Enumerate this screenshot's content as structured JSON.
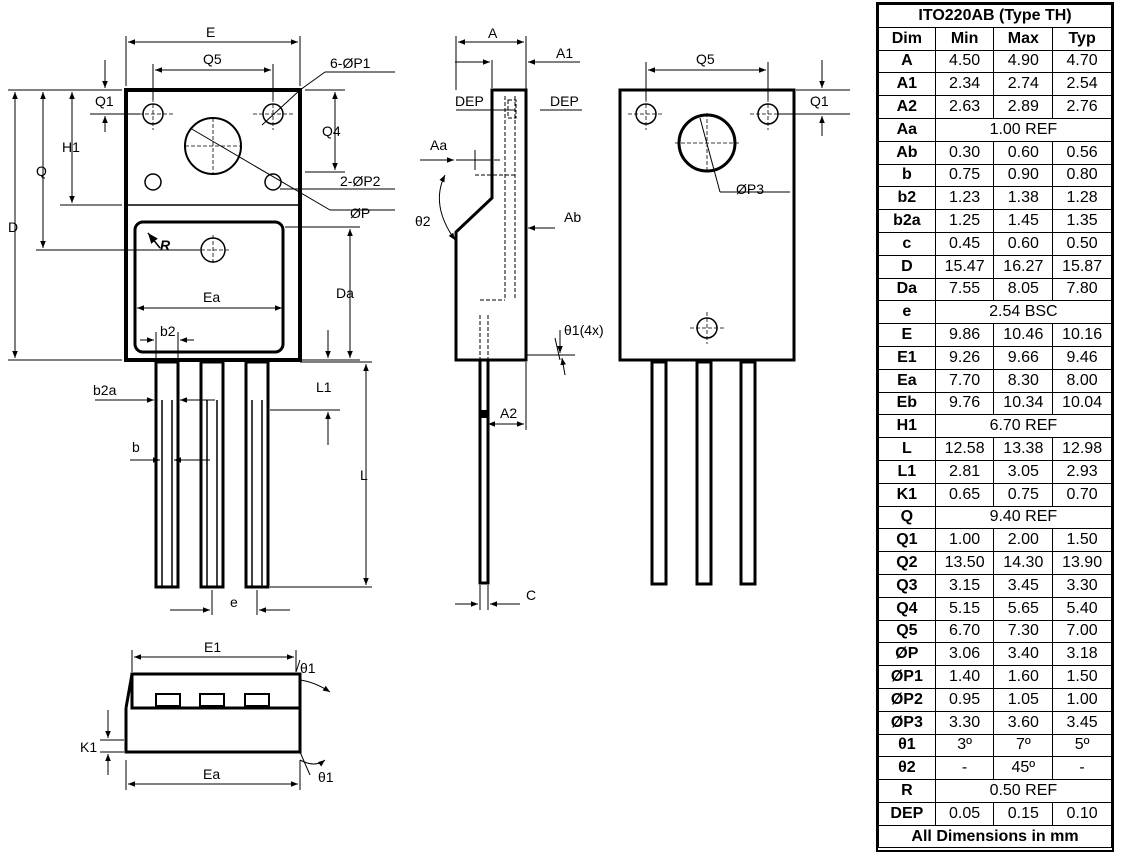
{
  "table": {
    "title": "ITO220AB (Type TH)",
    "headers": [
      "Dim",
      "Min",
      "Max",
      "Typ"
    ],
    "rows": [
      {
        "dim": "A",
        "min": "4.50",
        "max": "4.90",
        "typ": "4.70"
      },
      {
        "dim": "A1",
        "min": "2.34",
        "max": "2.74",
        "typ": "2.54"
      },
      {
        "dim": "A2",
        "min": "2.63",
        "max": "2.89",
        "typ": "2.76"
      },
      {
        "dim": "Aa",
        "span": "1.00 REF"
      },
      {
        "dim": "Ab",
        "min": "0.30",
        "max": "0.60",
        "typ": "0.56"
      },
      {
        "dim": "b",
        "min": "0.75",
        "max": "0.90",
        "typ": "0.80"
      },
      {
        "dim": "b2",
        "min": "1.23",
        "max": "1.38",
        "typ": "1.28"
      },
      {
        "dim": "b2a",
        "min": "1.25",
        "max": "1.45",
        "typ": "1.35"
      },
      {
        "dim": "c",
        "min": "0.45",
        "max": "0.60",
        "typ": "0.50"
      },
      {
        "dim": "D",
        "min": "15.47",
        "max": "16.27",
        "typ": "15.87"
      },
      {
        "dim": "Da",
        "min": "7.55",
        "max": "8.05",
        "typ": "7.80"
      },
      {
        "dim": "e",
        "span": "2.54 BSC"
      },
      {
        "dim": "E",
        "min": "9.86",
        "max": "10.46",
        "typ": "10.16"
      },
      {
        "dim": "E1",
        "min": "9.26",
        "max": "9.66",
        "typ": "9.46"
      },
      {
        "dim": "Ea",
        "min": "7.70",
        "max": "8.30",
        "typ": "8.00"
      },
      {
        "dim": "Eb",
        "min": "9.76",
        "max": "10.34",
        "typ": "10.04"
      },
      {
        "dim": "H1",
        "span": "6.70 REF"
      },
      {
        "dim": "L",
        "min": "12.58",
        "max": "13.38",
        "typ": "12.98"
      },
      {
        "dim": "L1",
        "min": "2.81",
        "max": "3.05",
        "typ": "2.93"
      },
      {
        "dim": "K1",
        "min": "0.65",
        "max": "0.75",
        "typ": "0.70"
      },
      {
        "dim": "Q",
        "span": "9.40 REF"
      },
      {
        "dim": "Q1",
        "min": "1.00",
        "max": "2.00",
        "typ": "1.50"
      },
      {
        "dim": "Q2",
        "min": "13.50",
        "max": "14.30",
        "typ": "13.90"
      },
      {
        "dim": "Q3",
        "min": "3.15",
        "max": "3.45",
        "typ": "3.30"
      },
      {
        "dim": "Q4",
        "min": "5.15",
        "max": "5.65",
        "typ": "5.40"
      },
      {
        "dim": "Q5",
        "min": "6.70",
        "max": "7.30",
        "typ": "7.00"
      },
      {
        "dim": "ØP",
        "min": "3.06",
        "max": "3.40",
        "typ": "3.18"
      },
      {
        "dim": "ØP1",
        "min": "1.40",
        "max": "1.60",
        "typ": "1.50"
      },
      {
        "dim": "ØP2",
        "min": "0.95",
        "max": "1.05",
        "typ": "1.00"
      },
      {
        "dim": "ØP3",
        "min": "3.30",
        "max": "3.60",
        "typ": "3.45"
      },
      {
        "dim": "θ1",
        "min": "3º",
        "max": "7º",
        "typ": "5º"
      },
      {
        "dim": "θ2",
        "min": "-",
        "max": "45º",
        "typ": "-"
      },
      {
        "dim": "R",
        "span": "0.50 REF"
      },
      {
        "dim": "DEP",
        "min": "0.05",
        "max": "0.15",
        "typ": "0.10"
      }
    ],
    "footer": "All Dimensions in mm"
  },
  "labels": {
    "E": "E",
    "Q5": "Q5",
    "P1": "6-ØP1",
    "Q1": "Q1",
    "H1": "H1",
    "Q": "Q",
    "D": "D",
    "Q4": "Q4",
    "P2": "2-ØP2",
    "P": "ØP",
    "R": "R",
    "Ea": "Ea",
    "Da": "Da",
    "b2": "b2",
    "b2a": "b2a",
    "L1": "L1",
    "b": "b",
    "L": "L",
    "e": "e",
    "E1": "E1",
    "theta1": "θ1",
    "K1": "K1",
    "A": "A",
    "A1": "A1",
    "DEP": "DEP",
    "Aa": "Aa",
    "theta2": "θ2",
    "Ab": "Ab",
    "theta1x4": "θ1(4x)",
    "A2": "A2",
    "C": "C",
    "P3": "ØP3"
  }
}
